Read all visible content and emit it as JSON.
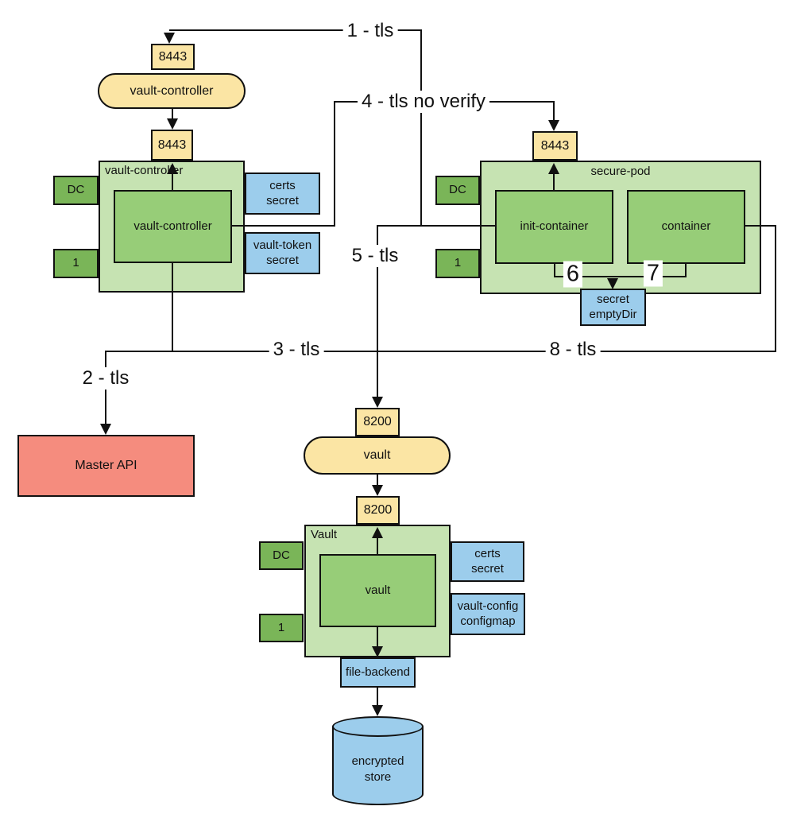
{
  "colors": {
    "service_yellow": "#fbe5a4",
    "pod_green": "#c6e3b2",
    "container_green": "#97cd78",
    "tab_green": "#7ab558",
    "resource_blue": "#9ccdec",
    "master_red": "#f58c7e",
    "line_black": "#111111"
  },
  "vault_controller_service": {
    "top_port": "8443",
    "name": "vault-controller",
    "bottom_port": "8443"
  },
  "vault_controller_pod": {
    "title": "vault-controller",
    "container": "vault-controller",
    "dc_tab": "DC",
    "replica_tab": "1",
    "certs_secret": "certs\nsecret",
    "token_secret": "vault-token\nsecret"
  },
  "secure_pod": {
    "port": "8443",
    "title": "secure-pod",
    "init_container": "init-container",
    "container": "container",
    "dc_tab": "DC",
    "replica_tab": "1",
    "volume": "secret\nemptyDir"
  },
  "master_api": {
    "label": "Master API"
  },
  "vault_service": {
    "top_port": "8200",
    "name": "vault",
    "bottom_port": "8200"
  },
  "vault_pod": {
    "title": "Vault",
    "container": "vault",
    "dc_tab": "DC",
    "replica_tab": "1",
    "certs_secret": "certs\nsecret",
    "configmap": "vault-config\nconfigmap",
    "backend": "file-backend",
    "store": "encrypted\nstore"
  },
  "edges": {
    "e1": "1 - tls",
    "e2": "2 - tls",
    "e3": "3 - tls",
    "e4": "4 - tls no verify",
    "e5": "5 - tls",
    "e6": "6",
    "e7": "7",
    "e8": "8 - tls"
  }
}
